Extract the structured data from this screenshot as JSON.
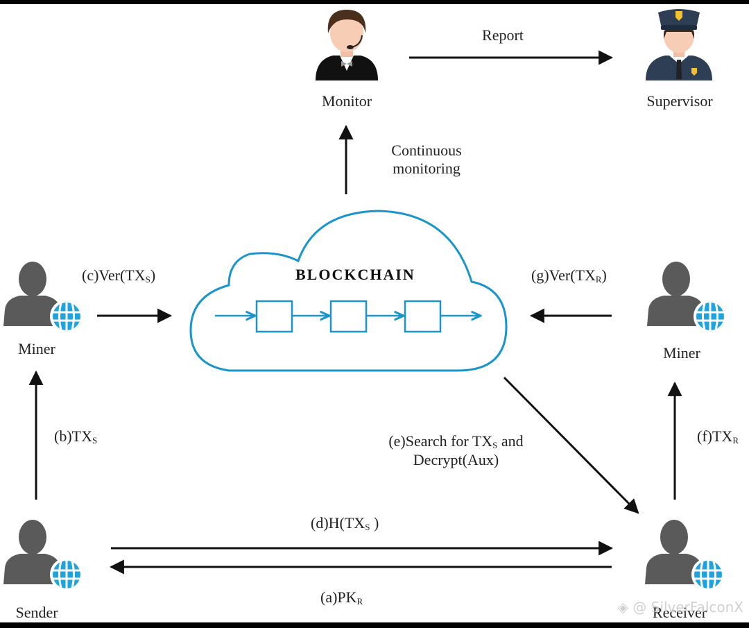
{
  "diagram": {
    "title": "Blockchain transaction supervision flow",
    "colors": {
      "cloud": "#1b95c9",
      "arrow": "#111111",
      "person": "#5a5a5a",
      "globe": "#1ea3dc",
      "monitor_suit": "#111111",
      "monitor_hair": "#4a2f1d",
      "supervisor_uniform": "#2d3e55",
      "badge": "#f2c230",
      "skin": "#f7cdb5"
    },
    "nodes": {
      "monitor": {
        "label": "Monitor",
        "icon": "monitor-operator-icon"
      },
      "supervisor": {
        "label": "Supervisor",
        "icon": "police-officer-icon"
      },
      "miner_left": {
        "label": "Miner",
        "icon": "user-globe-icon"
      },
      "miner_right": {
        "label": "Miner",
        "icon": "user-globe-icon"
      },
      "sender": {
        "label": "Sender",
        "icon": "user-globe-icon"
      },
      "receiver": {
        "label": "Receiver",
        "icon": "user-globe-icon"
      },
      "blockchain": {
        "label": "BLOCKCHAIN",
        "icon": "cloud-icon",
        "blocks": 3
      }
    },
    "edges": {
      "report": {
        "label": "Report",
        "from": "Monitor",
        "to": "Supervisor"
      },
      "monitoring": {
        "line1": "Continuous",
        "line2": "monitoring",
        "from": "Blockchain",
        "to": "Monitor"
      },
      "c": {
        "prefix": "(c)Ver(TX",
        "sub": "S",
        "suffix": ")",
        "from": "Miner (left)",
        "to": "Blockchain"
      },
      "g": {
        "prefix": "(g)Ver(TX",
        "sub": "R",
        "suffix": ")",
        "from": "Miner (right)",
        "to": "Blockchain"
      },
      "b": {
        "prefix": "(b)TX",
        "sub": "S",
        "suffix": "",
        "from": "Sender",
        "to": "Miner (left)"
      },
      "f": {
        "prefix": "(f)TX",
        "sub": "R",
        "suffix": "",
        "from": "Receiver",
        "to": "Miner (right)"
      },
      "e": {
        "prefix": "(e)Search for TX",
        "sub": "S",
        "suffix": " and",
        "line2": "Decrypt(Aux)",
        "from": "Blockchain",
        "to": "Receiver"
      },
      "d": {
        "prefix": "(d)H(TX",
        "sub": "S",
        "suffix": " )",
        "from": "Sender",
        "to": "Receiver"
      },
      "a": {
        "prefix": "(a)PK",
        "sub": "R",
        "suffix": "",
        "from": "Receiver",
        "to": "Sender"
      }
    },
    "watermark": "◈ @ SilverFalconX"
  }
}
